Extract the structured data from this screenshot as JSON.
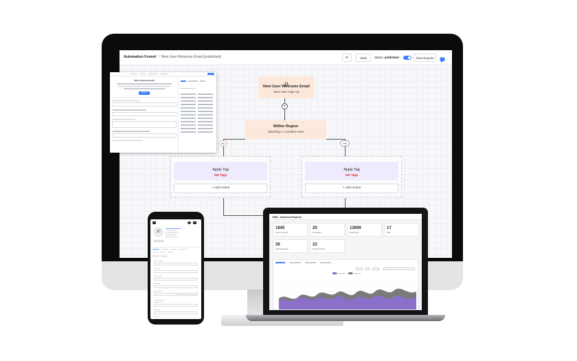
{
  "funnel": {
    "breadcrumb_title": "Automation Funnel",
    "breadcrumb_separator": "/",
    "breadcrumb_item": "New User Welcome Email (published)",
    "stats_label": "Stats",
    "status_label": "Status:",
    "status_value": "published",
    "view_reports_label": "View Reports",
    "trigger": {
      "title": "New User Welcome Email",
      "subtitle": "New User Sign Up"
    },
    "condition": {
      "title": "Within Region",
      "subtitle": "Matching 1 condition sets"
    },
    "branch_no": "No",
    "branch_yes": "Yes",
    "actions": [
      {
        "title": "Apply Tag",
        "subtitle": "Set Tags",
        "button": "Add Action"
      },
      {
        "title": "Apply Tag",
        "subtitle": "Set Tags",
        "button": "Add Action"
      }
    ]
  },
  "reports": {
    "title": "CRM - Advanced Reports",
    "stats": [
      {
        "value": "1845",
        "label": "Active Contacts"
      },
      {
        "value": "20",
        "label": "Campaigns"
      },
      {
        "value": "13699",
        "label": "Emails Sent"
      },
      {
        "value": "17",
        "label": "Tags"
      },
      {
        "value": "26",
        "label": "Email Templates"
      },
      {
        "value": "23",
        "label": "Pending Emails"
      }
    ],
    "legend": [
      "Email Opens",
      "Emails Sent"
    ],
    "colors": {
      "series_a": "#8b6fd0",
      "series_b": "#7a7a7a"
    }
  },
  "form_panel": {
    "heading": "Tell us about yourself!",
    "button_label": "Submit"
  },
  "profile": {
    "avatar_initials": "JD"
  }
}
